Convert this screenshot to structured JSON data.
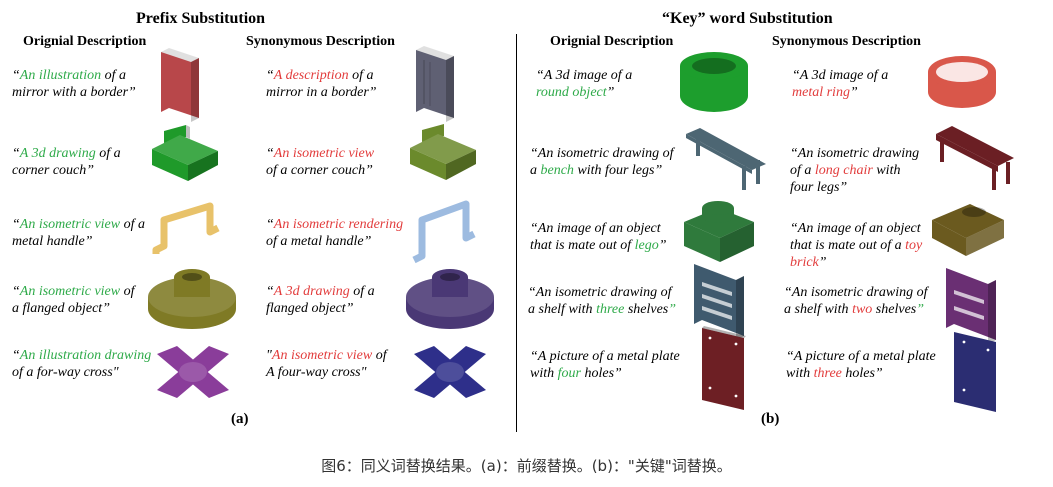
{
  "left": {
    "title": "Prefix Substitution",
    "col_orig": "Orignial Description",
    "col_syn": "Synonymous Description",
    "label": "(a)",
    "rows": [
      {
        "orig": [
          [
            "“",
            "#000"
          ],
          [
            "An illustration",
            "#2eaa49"
          ],
          [
            " of a",
            "#000"
          ],
          [
            "|",
            ""
          ],
          [
            "mirror with a border”",
            "#000"
          ]
        ],
        "syn": [
          [
            "“",
            "#000"
          ],
          [
            "A description",
            "#e23c3c"
          ],
          [
            " of a",
            "#000"
          ],
          [
            "|",
            ""
          ],
          [
            "mirror in a border”",
            "#000"
          ]
        ]
      },
      {
        "orig": [
          [
            "“",
            "#000"
          ],
          [
            "A 3d drawing",
            "#2eaa49"
          ],
          [
            " of  a",
            "#000"
          ],
          [
            "|",
            ""
          ],
          [
            "corner couch”",
            "#000"
          ]
        ],
        "syn": [
          [
            "“",
            "#000"
          ],
          [
            "An isometric view",
            "#e23c3c"
          ],
          [
            "|",
            ""
          ],
          [
            "of a corner couch”",
            "#000"
          ]
        ]
      },
      {
        "orig": [
          [
            "“",
            "#000"
          ],
          [
            "An isometric view",
            "#2eaa49"
          ],
          [
            " of a",
            "#000"
          ],
          [
            "|",
            ""
          ],
          [
            "metal handle”",
            "#000"
          ]
        ],
        "syn": [
          [
            "“",
            "#000"
          ],
          [
            "An isometric rendering",
            "#e23c3c"
          ],
          [
            "|",
            ""
          ],
          [
            "of a metal handle”",
            "#000"
          ]
        ]
      },
      {
        "orig": [
          [
            "“",
            "#000"
          ],
          [
            "An isometric view",
            "#2eaa49"
          ],
          [
            " of",
            "#000"
          ],
          [
            "|",
            ""
          ],
          [
            "a flanged object”",
            "#000"
          ]
        ],
        "syn": [
          [
            "“",
            "#000"
          ],
          [
            "A 3d drawing",
            "#e23c3c"
          ],
          [
            " of a",
            "#000"
          ],
          [
            "|",
            ""
          ],
          [
            "flanged object”",
            "#000"
          ]
        ]
      },
      {
        "orig": [
          [
            "“",
            "#000"
          ],
          [
            "An illustration drawing",
            "#2eaa49"
          ],
          [
            "|",
            ""
          ],
          [
            "of a for-way cross",
            "#000"
          ],
          [
            "\"",
            "#000"
          ]
        ],
        "syn": [
          [
            "\"",
            "#000"
          ],
          [
            "An isometric view",
            "#e23c3c"
          ],
          [
            " of",
            "#000"
          ],
          [
            "|",
            ""
          ],
          [
            "A four-way cross",
            "#000"
          ],
          [
            "\"",
            "#000"
          ]
        ]
      }
    ]
  },
  "right": {
    "title": "“Key” word Substitution",
    "col_orig": "Orignial Description",
    "col_syn": "Synonymous Description",
    "label": "(b)",
    "rows": [
      {
        "orig": [
          [
            "“A 3d image of a",
            "#000"
          ],
          [
            "|",
            ""
          ],
          [
            "round object",
            "#2eaa49"
          ],
          [
            "”",
            "#000"
          ]
        ],
        "syn": [
          [
            "“A 3d image of a",
            "#000"
          ],
          [
            "|",
            ""
          ],
          [
            "metal ring",
            "#e23c3c"
          ],
          [
            "”",
            "#000"
          ]
        ]
      },
      {
        "orig": [
          [
            "“An isometric drawing of",
            "#000"
          ],
          [
            "|",
            ""
          ],
          [
            "a ",
            "#000"
          ],
          [
            "bench",
            "#2eaa49"
          ],
          [
            " with four legs”",
            "#000"
          ]
        ],
        "syn": [
          [
            "“An isometric drawing",
            "#000"
          ],
          [
            "|",
            ""
          ],
          [
            "of a ",
            "#000"
          ],
          [
            "long chair",
            "#e23c3c"
          ],
          [
            " with",
            "#000"
          ],
          [
            "|",
            ""
          ],
          [
            "four legs”",
            "#000"
          ]
        ]
      },
      {
        "orig": [
          [
            "“An image of an object",
            "#000"
          ],
          [
            "|",
            ""
          ],
          [
            "that is mate out of ",
            "#000"
          ],
          [
            "lego",
            "#2eaa49"
          ],
          [
            "”",
            "#000"
          ]
        ],
        "syn": [
          [
            "“An image of an object",
            "#000"
          ],
          [
            "|",
            ""
          ],
          [
            "that is mate out of a ",
            "#000"
          ],
          [
            "toy",
            "#e23c3c"
          ],
          [
            "|",
            ""
          ],
          [
            "brick",
            "#e23c3c"
          ],
          [
            "”",
            "#000"
          ]
        ]
      },
      {
        "orig": [
          [
            "“An isometric  drawing of",
            "#000"
          ],
          [
            "|",
            ""
          ],
          [
            "a shelf with ",
            "#000"
          ],
          [
            "three",
            "#2eaa49"
          ],
          [
            " shelves",
            "#000"
          ],
          [
            "”",
            "#2eaa49"
          ]
        ],
        "syn": [
          [
            "“An isometric  drawing of",
            "#000"
          ],
          [
            "|",
            ""
          ],
          [
            "a shelf with ",
            "#000"
          ],
          [
            "two",
            "#e23c3c"
          ],
          [
            " shelves",
            "#000"
          ],
          [
            "”",
            "#2eaa49"
          ]
        ]
      },
      {
        "orig": [
          [
            "“A picture of a metal plate",
            "#000"
          ],
          [
            "|",
            ""
          ],
          [
            "with ",
            "#000"
          ],
          [
            "four",
            "#2eaa49"
          ],
          [
            " holes”",
            "#000"
          ]
        ],
        "syn": [
          [
            "“A picture of a metal plate",
            "#000"
          ],
          [
            "|",
            ""
          ],
          [
            "with ",
            "#000"
          ],
          [
            "three",
            "#e23c3c"
          ],
          [
            " holes”",
            "#000"
          ]
        ]
      }
    ]
  },
  "caption": "图6：同义词替换结果。(a)：前缀替换。(b)：\"关键\"词替换。",
  "objects": [
    {
      "name": "mirror-object",
      "color": "#b8474a"
    },
    {
      "name": "mirror-object-alt",
      "color": "#5f6073"
    },
    {
      "name": "corner-couch-object",
      "color": "#1f9a2a"
    },
    {
      "name": "corner-couch-object-alt",
      "color": "#6b8a2c"
    },
    {
      "name": "metal-handle-object",
      "color": "#e8c26a"
    },
    {
      "name": "metal-handle-object-alt",
      "color": "#9dbbe0"
    },
    {
      "name": "flanged-object",
      "color": "#7f7a25"
    },
    {
      "name": "flanged-object-alt",
      "color": "#4a3875"
    },
    {
      "name": "four-way-cross-object",
      "color": "#8a3d9a"
    },
    {
      "name": "four-way-cross-object-alt",
      "color": "#2e2f8a"
    },
    {
      "name": "round-object",
      "color": "#1d9e2d"
    },
    {
      "name": "metal-ring-object",
      "color": "#d9574a"
    },
    {
      "name": "bench-object",
      "color": "#4d6673"
    },
    {
      "name": "long-chair-object",
      "color": "#6b1f24"
    },
    {
      "name": "lego-object",
      "color": "#2f7a3c"
    },
    {
      "name": "toy-brick-object",
      "color": "#6b5a1f"
    },
    {
      "name": "shelf-object",
      "color": "#3f5a6e"
    },
    {
      "name": "shelf-object-alt",
      "color": "#6a2f73"
    },
    {
      "name": "metal-plate-object",
      "color": "#6d1f24"
    },
    {
      "name": "metal-plate-object-alt",
      "color": "#2b2d72"
    }
  ]
}
